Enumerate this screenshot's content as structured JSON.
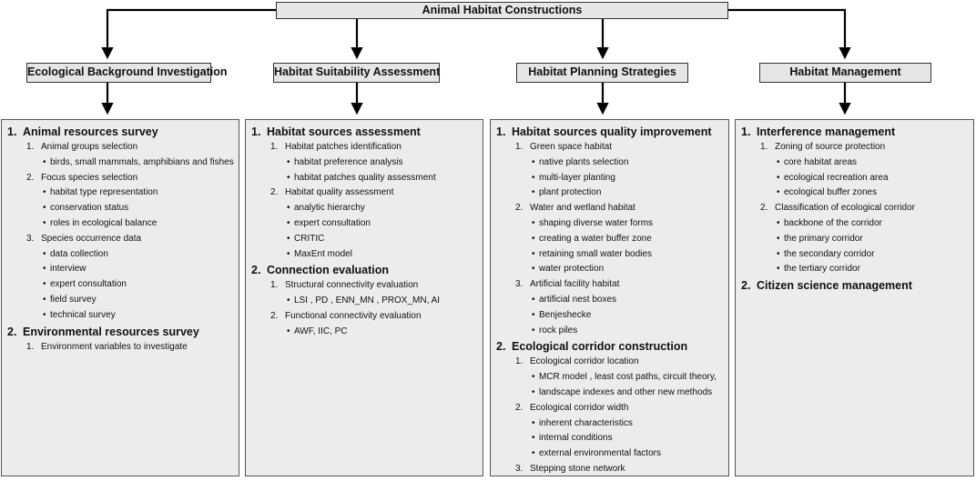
{
  "root": "Animal Habitat Constructions",
  "bullet": "•",
  "categories": [
    {
      "title": "Ecological Background Investigation",
      "items": [
        {
          "num": "1.",
          "text": "Animal resources survey",
          "children": [
            {
              "num": "1.",
              "text": "Animal groups selection",
              "children": [
                "birds, small mammals, amphibians and fishes"
              ]
            },
            {
              "num": "2.",
              "text": "Focus species selection",
              "children": [
                "habitat type representation",
                "conservation status",
                "roles in ecological balance"
              ]
            },
            {
              "num": "3.",
              "text": "Species occurrence data",
              "children": [
                "data collection",
                "interview",
                "expert consultation",
                "field survey",
                "technical survey"
              ]
            }
          ]
        },
        {
          "num": "2.",
          "text": "Environmental resources survey",
          "children": [
            {
              "num": "1.",
              "text": "Environment variables to investigate",
              "children": []
            }
          ]
        }
      ]
    },
    {
      "title": "Habitat Suitability Assessment",
      "items": [
        {
          "num": "1.",
          "text": "Habitat sources assessment",
          "children": [
            {
              "num": "1.",
              "text": "Habitat patches identification",
              "children": [
                "habitat preference analysis",
                "habitat patches quality assessment"
              ]
            },
            {
              "num": "2.",
              "text": "Habitat quality assessment",
              "children": [
                "analytic hierarchy",
                "expert consultation",
                "CRITIC",
                "MaxEnt model"
              ]
            }
          ]
        },
        {
          "num": "2.",
          "text": "Connection evaluation",
          "children": [
            {
              "num": "1.",
              "text": "Structural connectivity evaluation",
              "children": [
                "LSI , PD , ENN_MN , PROX_MN, AI"
              ]
            },
            {
              "num": "2.",
              "text": "Functional connectivity evaluation",
              "children": [
                "AWF, IIC, PC"
              ]
            }
          ]
        }
      ]
    },
    {
      "title": "Habitat Planning Strategies",
      "items": [
        {
          "num": "1.",
          "text": "Habitat sources quality improvement",
          "children": [
            {
              "num": "1.",
              "text": "Green space habitat",
              "children": [
                "native plants selection",
                "multi-layer planting",
                "plant protection"
              ]
            },
            {
              "num": "2.",
              "text": "Water and wetland habitat",
              "children": [
                "shaping diverse water forms",
                "creating a water buffer zone",
                "retaining small water bodies",
                "water protection"
              ]
            },
            {
              "num": "3.",
              "text": "Artificial facility habitat",
              "children": [
                "artificial nest boxes",
                "Benjeshecke",
                "rock piles"
              ]
            }
          ]
        },
        {
          "num": "2.",
          "text": "Ecological corridor construction",
          "children": [
            {
              "num": "1.",
              "text": "Ecological corridor location",
              "children": [
                "MCR model , least cost paths, circuit theory,",
                "landscape indexes and other new methods"
              ]
            },
            {
              "num": "2.",
              "text": "Ecological corridor width",
              "children": [
                "inherent characteristics",
                "internal conditions",
                "external environmental factors"
              ]
            },
            {
              "num": "3.",
              "text": "Stepping stone network",
              "children": []
            }
          ]
        }
      ]
    },
    {
      "title": "Habitat Management",
      "items": [
        {
          "num": "1.",
          "text": "Interference management",
          "children": [
            {
              "num": "1.",
              "text": "Zoning of source protection",
              "children": [
                "core habitat areas",
                "ecological recreation area",
                "ecological buffer zones"
              ]
            },
            {
              "num": "2.",
              "text": "Classification of ecological corridor",
              "children": [
                "backbone of the corridor",
                "the primary corridor",
                "the secondary corridor",
                "the tertiary corridor"
              ]
            }
          ]
        },
        {
          "num": "2.",
          "text": "Citizen science management",
          "children": []
        }
      ]
    }
  ]
}
